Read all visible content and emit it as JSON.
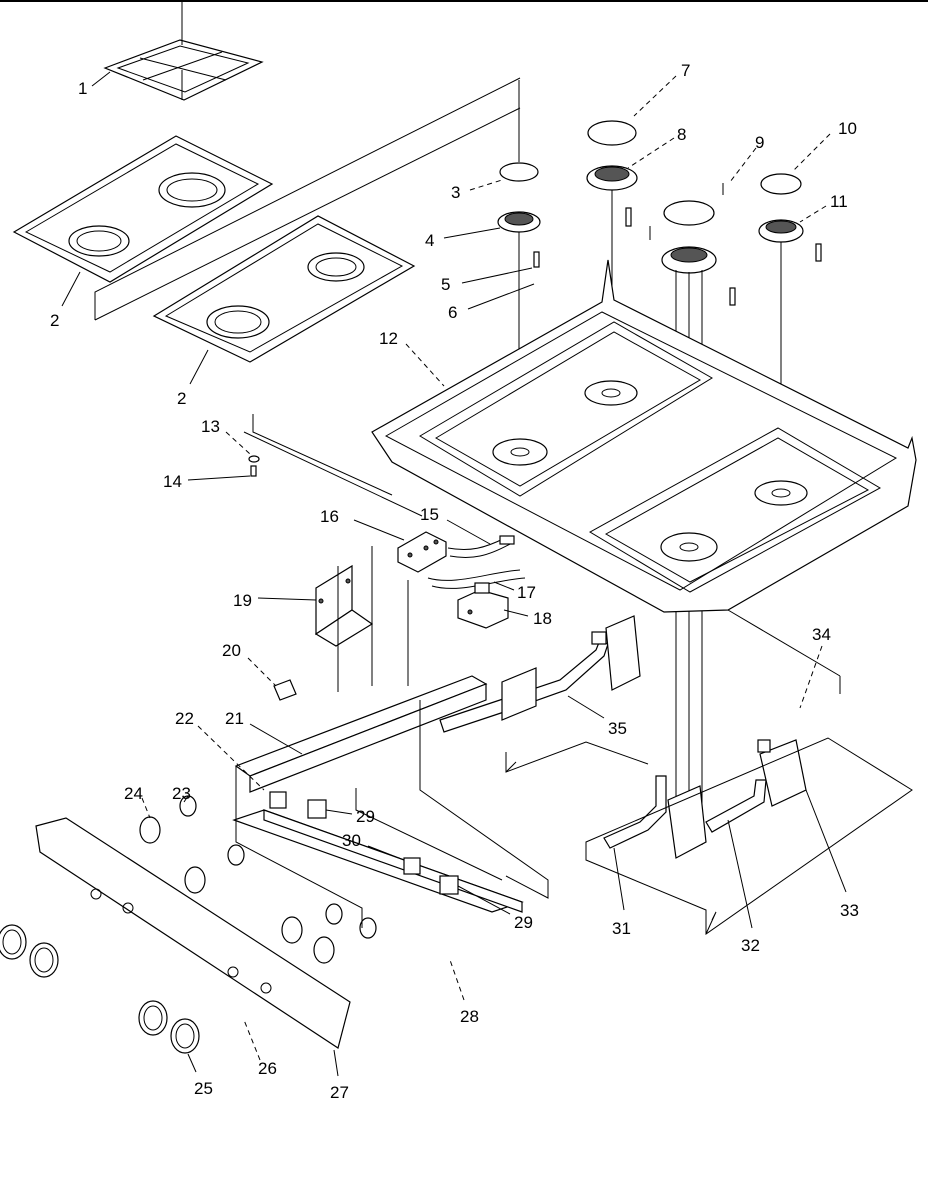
{
  "callouts": [
    {
      "id": "1",
      "text": "1"
    },
    {
      "id": "2a",
      "text": "2"
    },
    {
      "id": "2b",
      "text": "2"
    },
    {
      "id": "3",
      "text": "3"
    },
    {
      "id": "4",
      "text": "4"
    },
    {
      "id": "5",
      "text": "5"
    },
    {
      "id": "6",
      "text": "6"
    },
    {
      "id": "7",
      "text": "7"
    },
    {
      "id": "8",
      "text": "8"
    },
    {
      "id": "9",
      "text": "9"
    },
    {
      "id": "10",
      "text": "10"
    },
    {
      "id": "11",
      "text": "11"
    },
    {
      "id": "12",
      "text": "12"
    },
    {
      "id": "13",
      "text": "13"
    },
    {
      "id": "14",
      "text": "14"
    },
    {
      "id": "15",
      "text": "15"
    },
    {
      "id": "16",
      "text": "16"
    },
    {
      "id": "17",
      "text": "17"
    },
    {
      "id": "18",
      "text": "18"
    },
    {
      "id": "19",
      "text": "19"
    },
    {
      "id": "20",
      "text": "20"
    },
    {
      "id": "21",
      "text": "21"
    },
    {
      "id": "22",
      "text": "22"
    },
    {
      "id": "23",
      "text": "23"
    },
    {
      "id": "24",
      "text": "24"
    },
    {
      "id": "25",
      "text": "25"
    },
    {
      "id": "26",
      "text": "26"
    },
    {
      "id": "27",
      "text": "27"
    },
    {
      "id": "28",
      "text": "28"
    },
    {
      "id": "29a",
      "text": "29"
    },
    {
      "id": "29b",
      "text": "29"
    },
    {
      "id": "30",
      "text": "30"
    },
    {
      "id": "31",
      "text": "31"
    },
    {
      "id": "32",
      "text": "32"
    },
    {
      "id": "33",
      "text": "33"
    },
    {
      "id": "34",
      "text": "34"
    },
    {
      "id": "35",
      "text": "35"
    }
  ]
}
